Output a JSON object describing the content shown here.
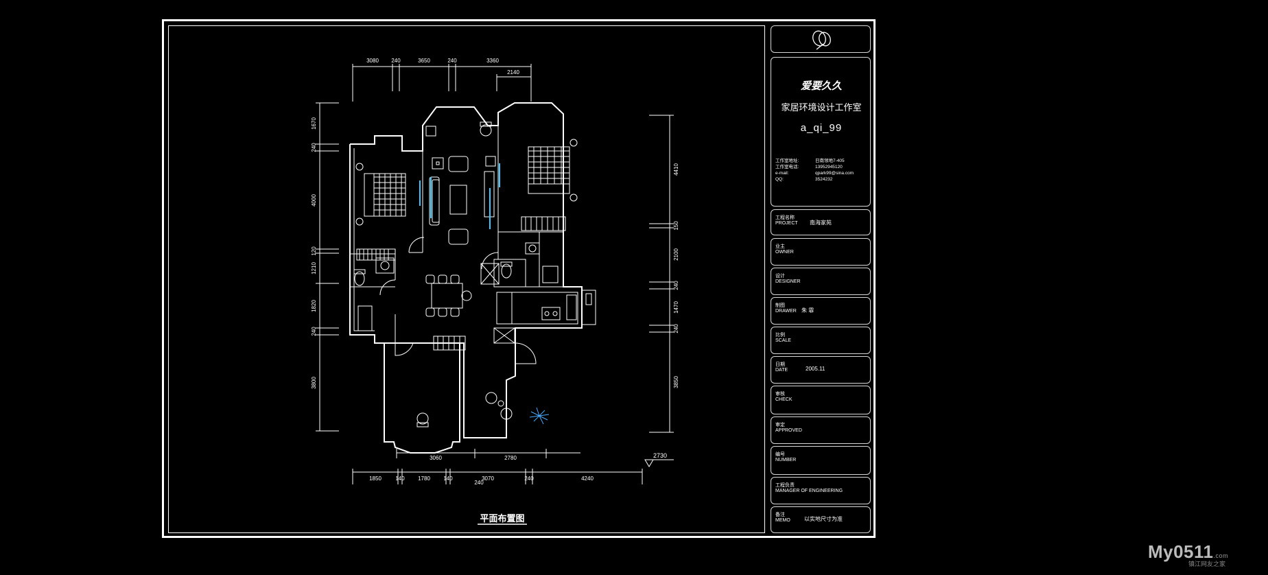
{
  "plan": {
    "title": "平面布置图",
    "dims_top": [
      "3080",
      "240",
      "3650",
      "240",
      "3360"
    ],
    "dim_top_sub": "2140",
    "dims_left": [
      "1670",
      "240",
      "4000",
      "120",
      "1210",
      "1820",
      "240",
      "3800"
    ],
    "dims_right": [
      "4410",
      "150",
      "2100",
      "240",
      "1470",
      "240",
      "3850"
    ],
    "dims_bottom_inner": [
      "3060",
      "2780"
    ],
    "dims_bottom": [
      "1850",
      "140",
      "1780",
      "140",
      "3070",
      "240",
      "4240"
    ],
    "dim_bottom_extra": "240",
    "level_mark": "2730"
  },
  "title_block": {
    "brand": "爱要久久",
    "studio": "家居环境设计工作室",
    "handle": "a_qi_99",
    "contact": [
      {
        "label": "工作室地址:",
        "value": "日南领地7-405"
      },
      {
        "label": "工作室电话:",
        "value": "13952945120"
      },
      {
        "label": "e-mail:",
        "value": "qpark99@sina.com"
      },
      {
        "label": "QQ:",
        "value": "3524232"
      }
    ],
    "fields": [
      {
        "cn": "工程名称",
        "en": "PROJECT",
        "value": "南海家苑"
      },
      {
        "cn": "业主",
        "en": "OWNER",
        "value": ""
      },
      {
        "cn": "设计",
        "en": "DESIGNER",
        "value": ""
      },
      {
        "cn": "制图",
        "en": "DRAWER",
        "value": "朱 霏"
      },
      {
        "cn": "比例",
        "en": "SCALE",
        "value": ""
      },
      {
        "cn": "日期",
        "en": "DATE",
        "value": "2005.11"
      },
      {
        "cn": "审核",
        "en": "CHECK",
        "value": ""
      },
      {
        "cn": "审定",
        "en": "APPROVED",
        "value": ""
      },
      {
        "cn": "编号",
        "en": "NUMBER",
        "value": ""
      },
      {
        "cn": "工程负责",
        "en": "MANAGER OF ENGINEERING",
        "value": ""
      },
      {
        "cn": "备注",
        "en": "MEMO",
        "value": "以实地尺寸为准"
      }
    ]
  },
  "watermark": {
    "brand": "My0511",
    "suffix": ".com",
    "tagline": "镇江网友之家"
  }
}
